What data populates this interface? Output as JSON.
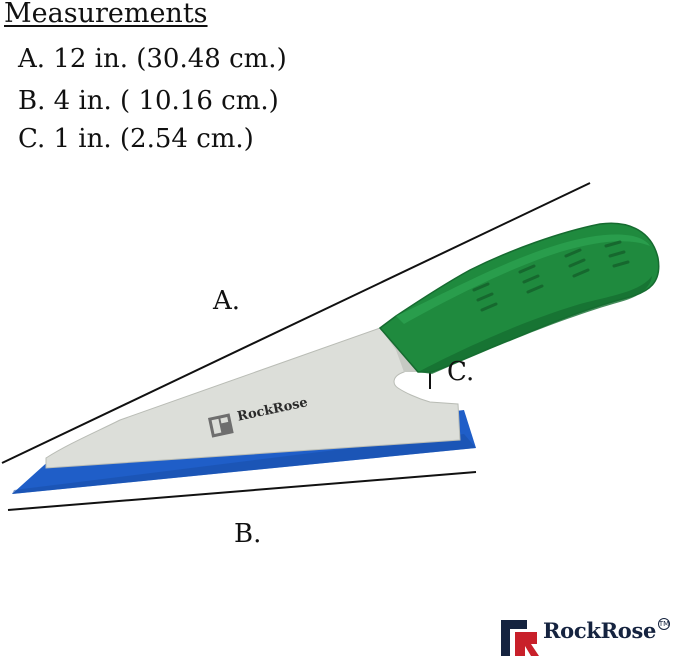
{
  "heading": "Measurements",
  "specs": [
    "A. 12 in. (30.48 cm.)",
    "B. 4 in. ( 10.16 cm.)",
    "C. 1 in. (2.54 cm.)"
  ],
  "labels": {
    "a": "A.",
    "b": "B.",
    "c": "C."
  },
  "tool_brand": "RockRose",
  "brand": {
    "name": "RockRose",
    "tm": "TM"
  },
  "colors": {
    "handle": "#1f8a3e",
    "blade": "#d9dcd6",
    "edge": "#1f5ec8",
    "brand_red": "#c8202a",
    "brand_navy": "#15233f"
  }
}
